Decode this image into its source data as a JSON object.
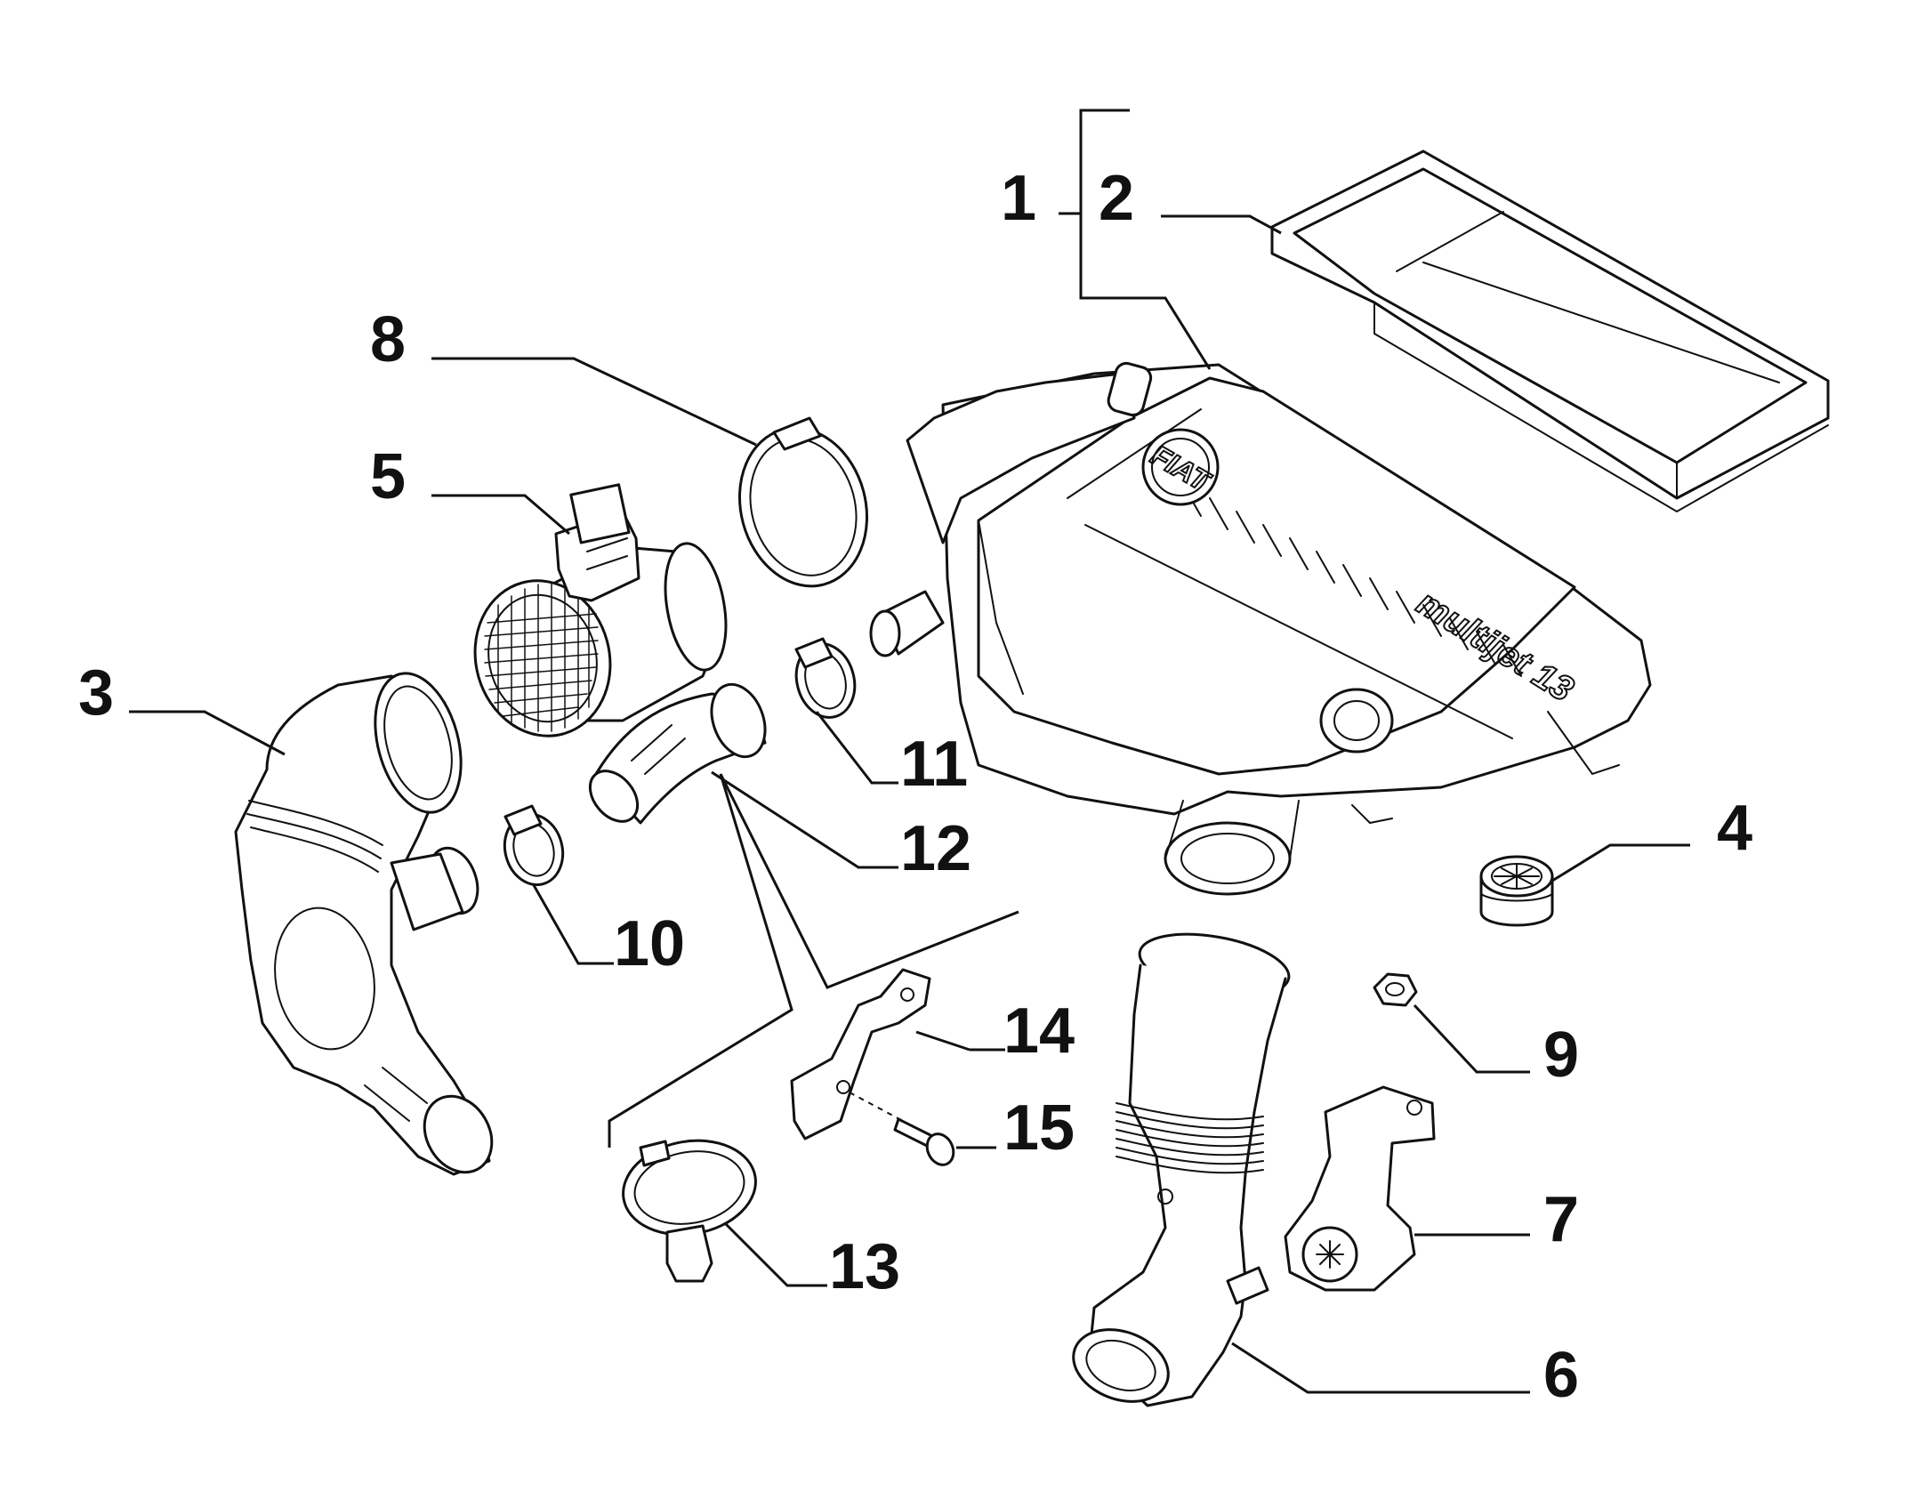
{
  "callouts": [
    {
      "id": "1",
      "label": "1"
    },
    {
      "id": "2",
      "label": "2"
    },
    {
      "id": "3",
      "label": "3"
    },
    {
      "id": "4",
      "label": "4"
    },
    {
      "id": "5",
      "label": "5"
    },
    {
      "id": "6",
      "label": "6"
    },
    {
      "id": "7",
      "label": "7"
    },
    {
      "id": "8",
      "label": "8"
    },
    {
      "id": "9",
      "label": "9"
    },
    {
      "id": "10",
      "label": "10"
    },
    {
      "id": "11",
      "label": "11"
    },
    {
      "id": "12",
      "label": "12"
    },
    {
      "id": "13",
      "label": "13"
    },
    {
      "id": "14",
      "label": "14"
    },
    {
      "id": "15",
      "label": "15"
    }
  ],
  "embossed": {
    "housing_logo": "FIAT",
    "housing_model": "multijet 13"
  }
}
